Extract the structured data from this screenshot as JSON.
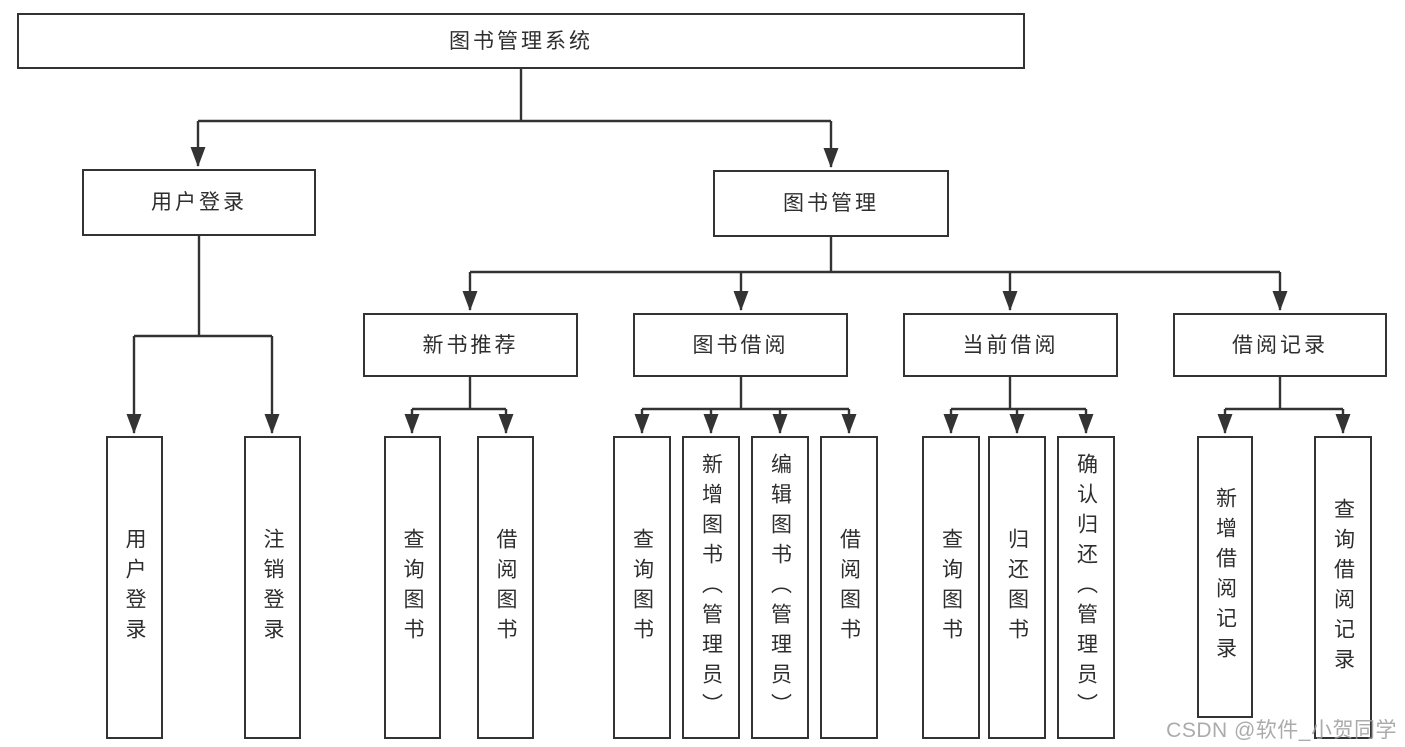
{
  "diagram": {
    "type": "hierarchy-tree",
    "title": "图书管理系统",
    "colors": {
      "line": "#333333",
      "box_border": "#333333",
      "box_background": "#ffffff",
      "text": "#2e2e2e",
      "watermark": "#9d9d9d"
    },
    "nodes": {
      "root": "图书管理系统",
      "userLogin": "用户登录",
      "bookMgmt": "图书管理",
      "newBookRec": "新书推荐",
      "bookBorrow": "图书借阅",
      "currentBorrow": "当前借阅",
      "borrowRecord": "借阅记录",
      "leafUserLogin": "用户登录",
      "leafLogout": "注销登录",
      "leafRecQueryBook": "查询图书",
      "leafRecBorrowBook": "借阅图书",
      "leafBorrowQueryBook": "查询图书",
      "leafBorrowAddBook": "新增图书（管理员）",
      "leafBorrowEditBook": "编辑图书（管理员）",
      "leafBorrowBorrowBook": "借阅图书",
      "leafCurrentQueryBook": "查询图书",
      "leafCurrentReturnBook": "归还图书",
      "leafCurrentConfirmReturn": "确认归还（管理员）",
      "leafRecordAdd": "新增借阅记录",
      "leafRecordQuery": "查询借阅记录"
    },
    "structure": {
      "图书管理系统": {
        "用户登录": [
          "用户登录",
          "注销登录"
        ],
        "图书管理": {
          "新书推荐": [
            "查询图书",
            "借阅图书"
          ],
          "图书借阅": [
            "查询图书",
            "新增图书（管理员）",
            "编辑图书（管理员）",
            "借阅图书"
          ],
          "当前借阅": [
            "查询图书",
            "归还图书",
            "确认归还（管理员）"
          ],
          "借阅记录": [
            "新增借阅记录",
            "查询借阅记录"
          ]
        }
      }
    },
    "watermark": "CSDN @软件_小贺同学"
  }
}
